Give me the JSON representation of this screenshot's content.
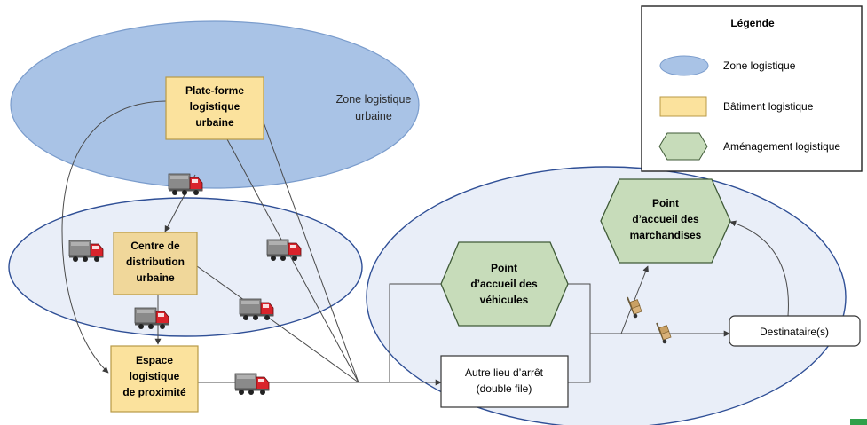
{
  "colors": {
    "zone_fill": "#a9c3e6",
    "zone_stroke": "#7a9ccc",
    "subzone_fill": "#e9eef8",
    "subzone_stroke": "#2f4f96",
    "building_fill": "#fbe29d",
    "building_stroke": "#b89a46",
    "amenagement_fill": "#c7dcba",
    "amenagement_stroke": "#3f5a37",
    "line": "#4a4a4a",
    "truck_body": "#7b7b7b",
    "truck_cab": "#d9232b"
  },
  "zones": {
    "urban_zone_label_1": "Zone logistique",
    "urban_zone_label_2": "urbaine"
  },
  "buildings": {
    "plateforme": [
      "Plate-forme",
      "logistique",
      "urbaine"
    ],
    "centre": [
      "Centre de",
      "distribution",
      "urbaine"
    ],
    "espace": [
      "Espace",
      "logistique",
      "de proximité"
    ]
  },
  "amenagements": {
    "accueil_vehicules": [
      "Point",
      "d’accueil des",
      "véhicules"
    ],
    "accueil_marchandises": [
      "Point",
      "d’accueil des",
      "marchandises"
    ]
  },
  "boxes": {
    "autre_lieu": [
      "Autre lieu d’arrêt",
      "(double file)"
    ],
    "destinataire": "Destinataire(s)"
  },
  "legend": {
    "title": "Légende",
    "items": [
      {
        "label": "Zone logistique",
        "icon": "ellipse-icon"
      },
      {
        "label": "Bâtiment logistique",
        "icon": "rectangle-icon"
      },
      {
        "label": "Aménagement logistique",
        "icon": "hexagon-icon"
      }
    ]
  },
  "icons": {
    "truck": "truck-icon",
    "handcart": "handcart-icon"
  }
}
